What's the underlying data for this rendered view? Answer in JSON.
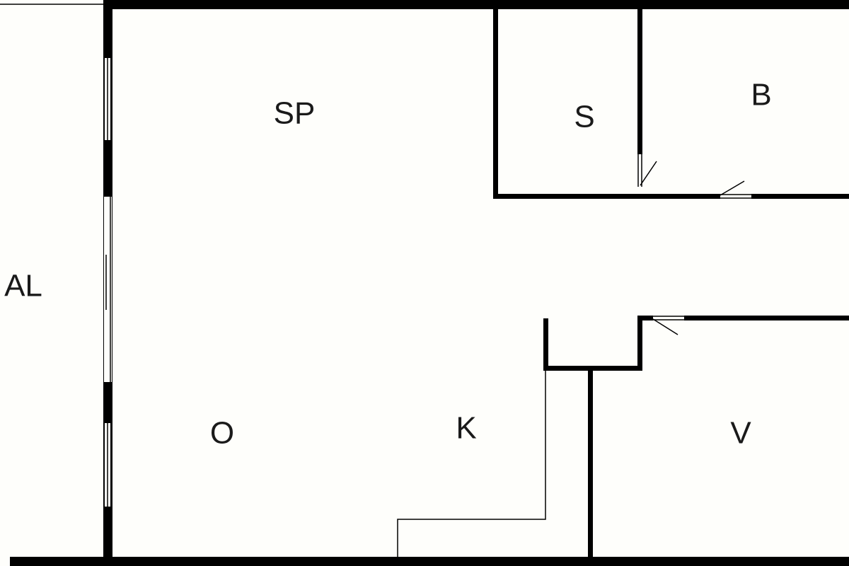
{
  "colors": {
    "background": "#fefefb",
    "wall": "#000000",
    "label": "#1a1a1a"
  },
  "rooms": [
    {
      "id": "sp",
      "label": "SP"
    },
    {
      "id": "s",
      "label": "S"
    },
    {
      "id": "b",
      "label": "B"
    },
    {
      "id": "al",
      "label": "AL"
    },
    {
      "id": "o",
      "label": "O"
    },
    {
      "id": "k",
      "label": "K"
    },
    {
      "id": "v",
      "label": "V"
    }
  ]
}
